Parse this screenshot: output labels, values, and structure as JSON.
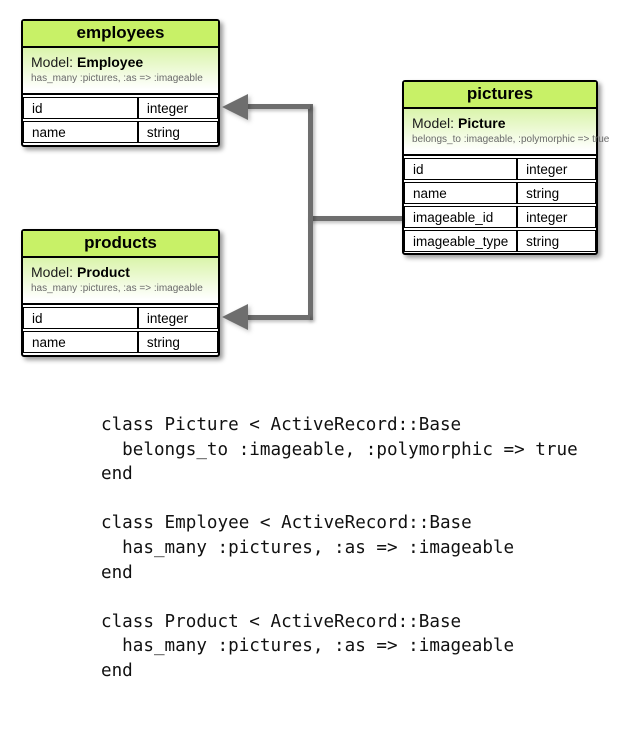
{
  "colors": {
    "header_green": "#c8f167",
    "model_gradient_top": "#daf4ab",
    "connector_gray": "#6e6e6e",
    "table_border": "#000000",
    "note_gray": "#696969",
    "code_text": "#111111"
  },
  "diagram": {
    "tables": [
      {
        "title": "employees",
        "model_label": "Model:",
        "model_name": "Employee",
        "association": "has_many :pictures, :as => :imageable",
        "rows": [
          [
            "id",
            "integer"
          ],
          [
            "name",
            "string"
          ]
        ]
      },
      {
        "title": "pictures",
        "model_label": "Model:",
        "model_name": "Picture",
        "association": "belongs_to :imageable, :polymorphic => true",
        "rows": [
          [
            "id",
            "integer"
          ],
          [
            "name",
            "string"
          ],
          [
            "imageable_id",
            "integer"
          ],
          [
            "imageable_type",
            "string"
          ]
        ]
      },
      {
        "title": "products",
        "model_label": "Model:",
        "model_name": "Product",
        "association": "has_many :pictures, :as => :imageable",
        "rows": [
          [
            "id",
            "integer"
          ],
          [
            "name",
            "string"
          ]
        ]
      }
    ]
  },
  "code": {
    "lines": [
      "class Picture < ActiveRecord::Base",
      "  belongs_to :imageable, :polymorphic => true",
      "end",
      "",
      "class Employee < ActiveRecord::Base",
      "  has_many :pictures, :as => :imageable",
      "end",
      "",
      "class Product < ActiveRecord::Base",
      "  has_many :pictures, :as => :imageable",
      "end"
    ]
  }
}
